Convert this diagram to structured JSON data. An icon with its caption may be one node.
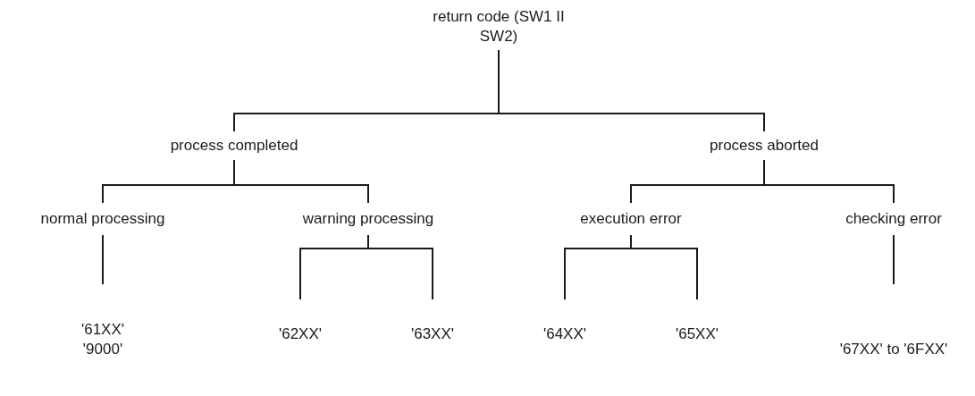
{
  "diagram": {
    "nodes": [
      {
        "text": [
          "return code (SW1 II SW2)"
        ]
      },
      {
        "text": [
          "process completed"
        ]
      },
      {
        "text": [
          "process aborted"
        ]
      },
      {
        "text": [
          "normal processing"
        ]
      },
      {
        "text": [
          "warning processing"
        ]
      },
      {
        "text": [
          "execution error"
        ]
      },
      {
        "text": [
          "checking error"
        ]
      },
      {
        "text": [
          "'61XX'",
          "'9000'"
        ]
      },
      {
        "text": [
          "'62XX'"
        ]
      },
      {
        "text": [
          "'63XX'"
        ]
      },
      {
        "text": [
          "'64XX'"
        ]
      },
      {
        "text": [
          "'65XX'"
        ]
      },
      {
        "text": [
          "'67XX' to '6FXX'"
        ]
      }
    ],
    "edges": [
      {
        "from": 0,
        "to": 1,
        "arrow": "none"
      },
      {
        "from": 0,
        "to": 2,
        "arrow": "none"
      },
      {
        "from": 1,
        "to": 3,
        "arrow": "none"
      },
      {
        "from": 1,
        "to": 4,
        "arrow": "none"
      },
      {
        "from": 2,
        "to": 5,
        "arrow": "none"
      },
      {
        "from": 2,
        "to": 6,
        "arrow": "none"
      },
      {
        "from": 3,
        "to": 7,
        "arrow": "none"
      },
      {
        "from": 4,
        "to": 8,
        "arrow": "none"
      },
      {
        "from": 4,
        "to": 9,
        "arrow": "none"
      },
      {
        "from": 5,
        "to": 10,
        "arrow": "none"
      },
      {
        "from": 5,
        "to": 11,
        "arrow": "none"
      },
      {
        "from": 6,
        "to": 12,
        "arrow": "none"
      }
    ]
  }
}
